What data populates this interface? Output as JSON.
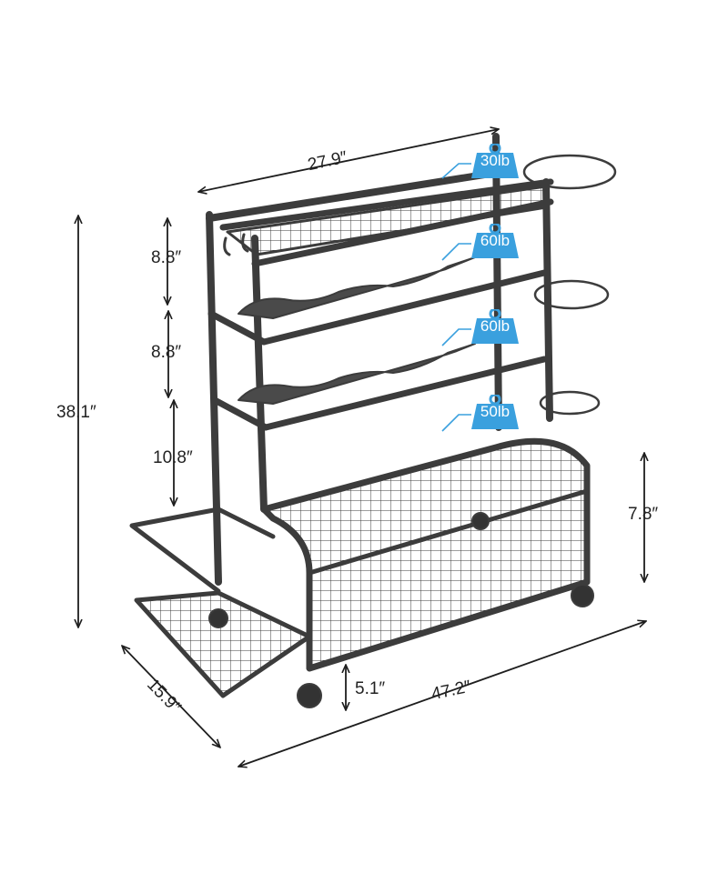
{
  "dimensions": {
    "top_width": "27.9″",
    "height_total": "38.1″",
    "shelf_gap_1": "8.8″",
    "shelf_gap_2": "8.8″",
    "shelf_gap_3": "10.8″",
    "basket_height": "7.8″",
    "ground_clearance": "5.1″",
    "total_width": "47.2″",
    "depth": "15.9″"
  },
  "load_badges": [
    "30lb",
    "60lb",
    "60lb",
    "50lb"
  ],
  "colors": {
    "frame": "#3c3c3c",
    "badge": "#3aa0de",
    "dimension_line": "#1e1e1e"
  }
}
